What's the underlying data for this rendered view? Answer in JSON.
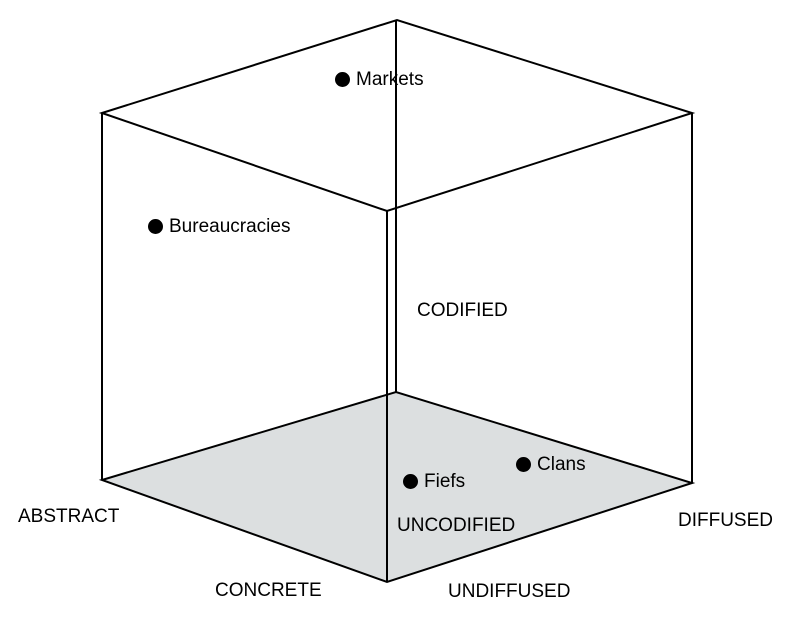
{
  "title": "I-Space cube",
  "axes": {
    "abstract": "ABSTRACT",
    "concrete": "CONCRETE",
    "codified": "CODIFIED",
    "uncodified": "UNCODIFIED",
    "diffused": "DIFFUSED",
    "undiffused": "UNDIFFUSED"
  },
  "points": [
    {
      "label": "Markets"
    },
    {
      "label": "Bureaucracies"
    },
    {
      "label": "Fiefs"
    },
    {
      "label": "Clans"
    }
  ],
  "colors": {
    "floor": "#dcdfe0",
    "line": "#000000"
  }
}
